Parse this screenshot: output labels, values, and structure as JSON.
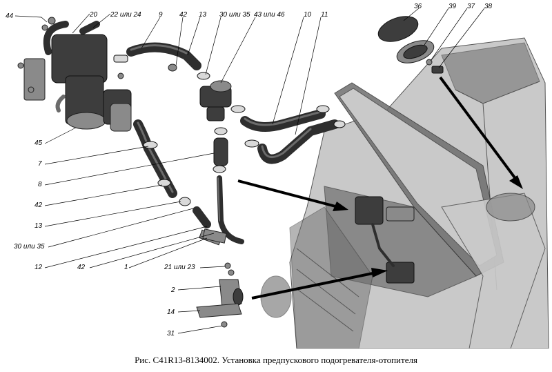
{
  "caption": "Рис. C41R13-8134002. Установка предпускового подогревателя-отопителя",
  "callouts": {
    "c44": "44",
    "c20": "20",
    "c22": "22 или 24",
    "c9": "9",
    "c42a": "42",
    "c13a": "13",
    "c30a": "30 или 35",
    "c43": "43 или 46",
    "c10": "10",
    "c11": "11",
    "c36": "36",
    "c39": "39",
    "c37": "37",
    "c38": "38",
    "c45": "45",
    "c7": "7",
    "c8": "8",
    "c42b": "42",
    "c13b": "13",
    "c30b": "30 или 35",
    "c12": "12",
    "c42c": "42",
    "c1": "1",
    "c21": "21 или 23",
    "c2": "2",
    "c14": "14",
    "c31": "31"
  }
}
